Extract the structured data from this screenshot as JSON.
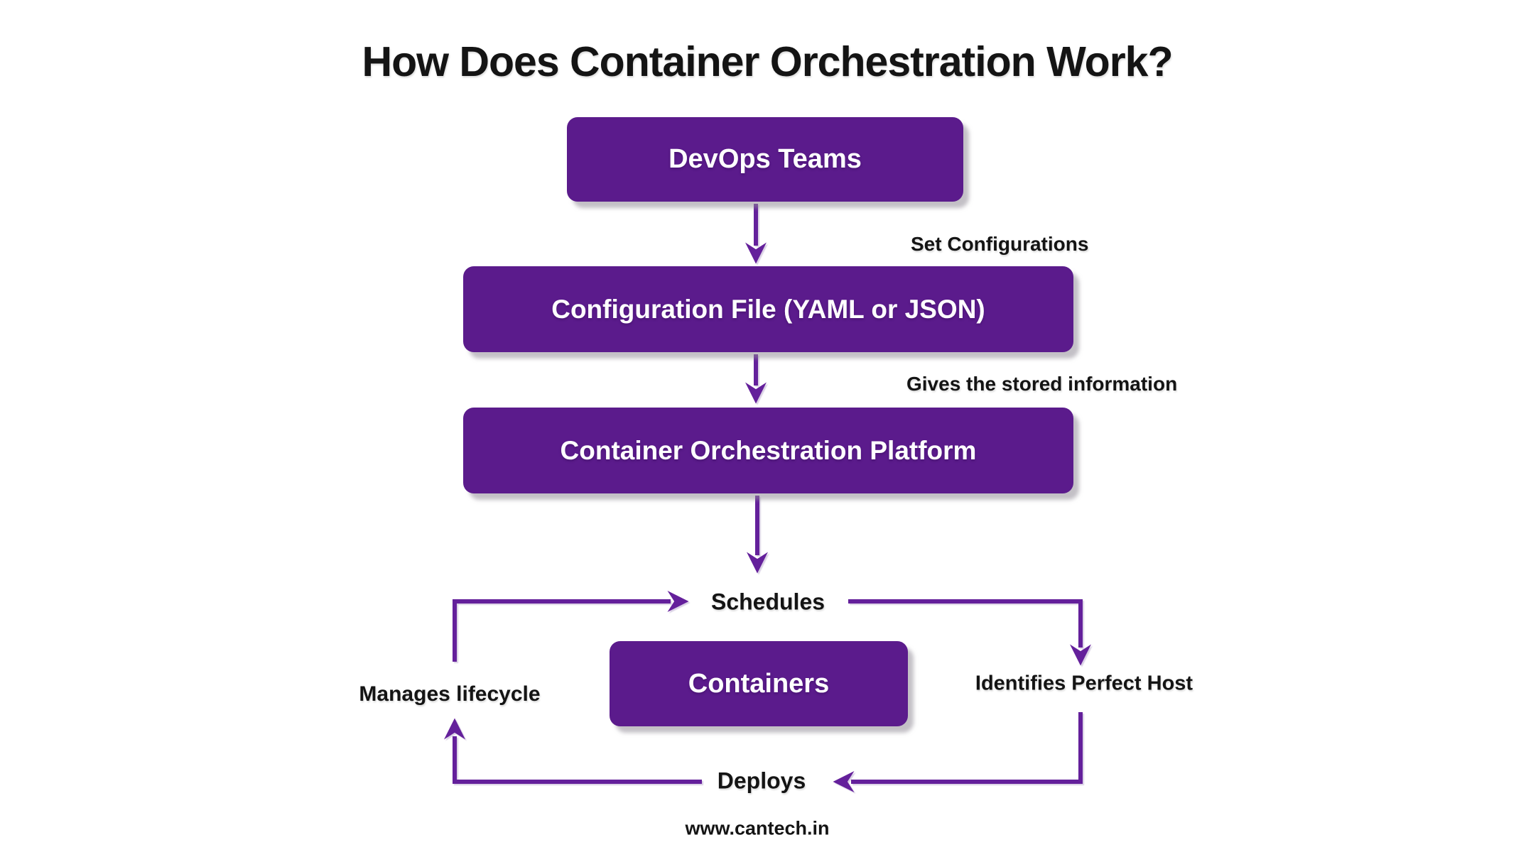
{
  "title": "How Does Container Orchestration Work?",
  "nodes": {
    "devops": {
      "label": "DevOps Teams"
    },
    "config": {
      "label": "Configuration File (YAML or JSON)"
    },
    "platform": {
      "label": "Container Orchestration Platform"
    },
    "containers": {
      "label": "Containers"
    }
  },
  "edge_labels": {
    "set_configurations": "Set Configurations",
    "gives_stored_information": "Gives the stored information",
    "schedules": "Schedules",
    "identifies_perfect_host": "Identifies Perfect Host",
    "manages_lifecycle": "Manages lifecycle",
    "deploys": "Deploys"
  },
  "footer": {
    "website": "www.cantech.in"
  },
  "theme": {
    "box_purple": "#5B1B8C",
    "arrow_purple": "#64209B",
    "text_black": "#141414",
    "box_text": "#FFFFFF",
    "page_bg": "#FFFFFF"
  }
}
